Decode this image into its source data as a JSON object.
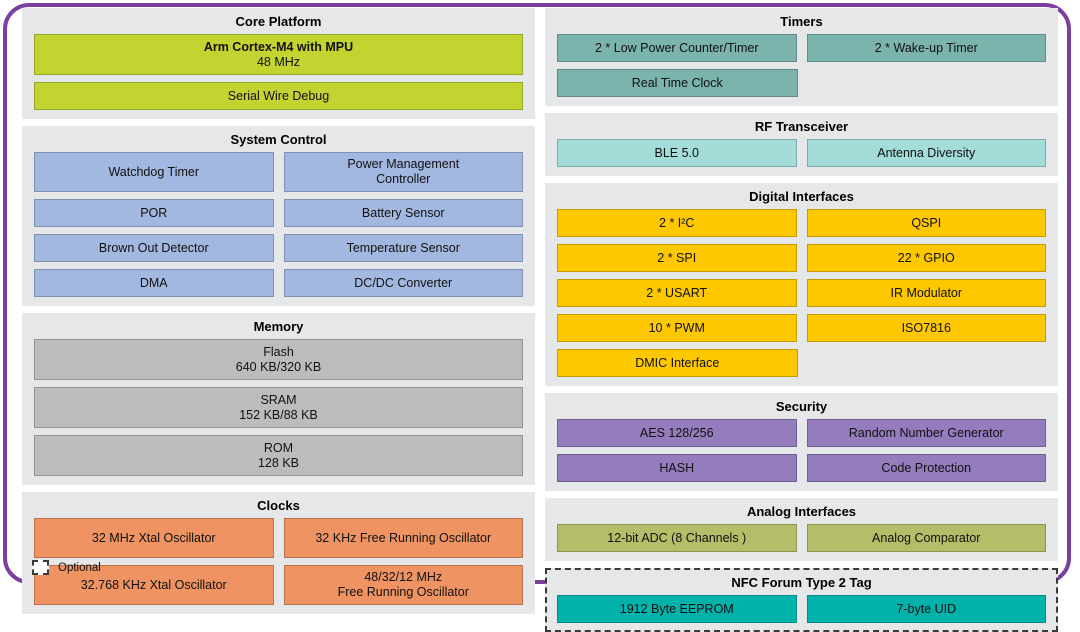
{
  "frame": {
    "border_color": "#7b3fa0"
  },
  "legend": {
    "label": "Optional",
    "icon": "dashed-square-icon"
  },
  "palette": {
    "green": "#c3d430",
    "blue": "#a3b8e0",
    "gray": "#bcbcbc",
    "orange": "#ef9363",
    "teal": "#7bb3ad",
    "aqua": "#a3dcd8",
    "yellow": "#fdc800",
    "purple": "#947cbd",
    "olive": "#b5bd68",
    "nfc_teal": "#00b2a9",
    "panel_bg": "#e6e7e8"
  },
  "left_column": {
    "groups": [
      {
        "title": "Core Platform",
        "rows": [
          [
            {
              "label": "Arm Cortex-M4 with MPU\n48 MHz",
              "line1": "Arm Cortex-M4 with MPU",
              "line2": "48 MHz"
            }
          ],
          [
            {
              "label": "Serial Wire Debug"
            }
          ]
        ]
      },
      {
        "title": "System Control",
        "rows": [
          [
            {
              "label": "Watchdog Timer"
            },
            {
              "label": "Power Management Controller",
              "line1": "Power Management",
              "line2": "Controller"
            }
          ],
          [
            {
              "label": "POR"
            },
            {
              "label": "Battery Sensor"
            }
          ],
          [
            {
              "label": "Brown Out Detector"
            },
            {
              "label": "Temperature Sensor"
            }
          ],
          [
            {
              "label": "DMA"
            },
            {
              "label": "DC/DC Converter"
            }
          ]
        ]
      },
      {
        "title": "Memory",
        "rows": [
          [
            {
              "line1": "Flash",
              "line2": "640 KB/320 KB"
            }
          ],
          [
            {
              "line1": "SRAM",
              "line2": "152 KB/88 KB"
            }
          ],
          [
            {
              "line1": "ROM",
              "line2": "128 KB"
            }
          ]
        ]
      },
      {
        "title": "Clocks",
        "rows": [
          [
            {
              "label": "32 MHz Xtal Oscillator"
            },
            {
              "label": "32 KHz Free Running Oscillator"
            }
          ],
          [
            {
              "label": "32.768 KHz Xtal Oscillator"
            },
            {
              "line1": "48/32/12 MHz",
              "line2": "Free Running Oscillator"
            }
          ]
        ]
      }
    ]
  },
  "right_column": {
    "groups": [
      {
        "title": "Timers",
        "rows": [
          [
            {
              "label": "2 * Low Power Counter/Timer"
            },
            {
              "label": "2 * Wake-up Timer"
            }
          ],
          [
            {
              "label": "Real Time Clock"
            },
            {
              "label": ""
            }
          ]
        ]
      },
      {
        "title": "RF Transceiver",
        "rows": [
          [
            {
              "label": "BLE 5.0"
            },
            {
              "label": "Antenna Diversity"
            }
          ]
        ]
      },
      {
        "title": "Digital Interfaces",
        "rows": [
          [
            {
              "label": "2  * I²C"
            },
            {
              "label": "QSPI"
            }
          ],
          [
            {
              "label": "2 * SPI"
            },
            {
              "label": "22 * GPIO"
            }
          ],
          [
            {
              "label": "2 * USART"
            },
            {
              "label": "IR Modulator"
            }
          ],
          [
            {
              "label": "10 * PWM"
            },
            {
              "label": "ISO7816"
            }
          ],
          [
            {
              "label": "DMIC Interface"
            },
            {
              "label": ""
            }
          ]
        ]
      },
      {
        "title": "Security",
        "rows": [
          [
            {
              "label": "AES 128/256"
            },
            {
              "label": "Random Number Generator"
            }
          ],
          [
            {
              "label": "HASH"
            },
            {
              "label": "Code Protection"
            }
          ]
        ]
      },
      {
        "title": "Analog Interfaces",
        "rows": [
          [
            {
              "label": "12-bit ADC (8 Channels )"
            },
            {
              "label": "Analog Comparator"
            }
          ]
        ]
      },
      {
        "title": "NFC Forum Type 2 Tag",
        "optional": true,
        "rows": [
          [
            {
              "label": "1912 Byte EEPROM"
            },
            {
              "label": "7-byte UID"
            }
          ]
        ]
      }
    ]
  }
}
